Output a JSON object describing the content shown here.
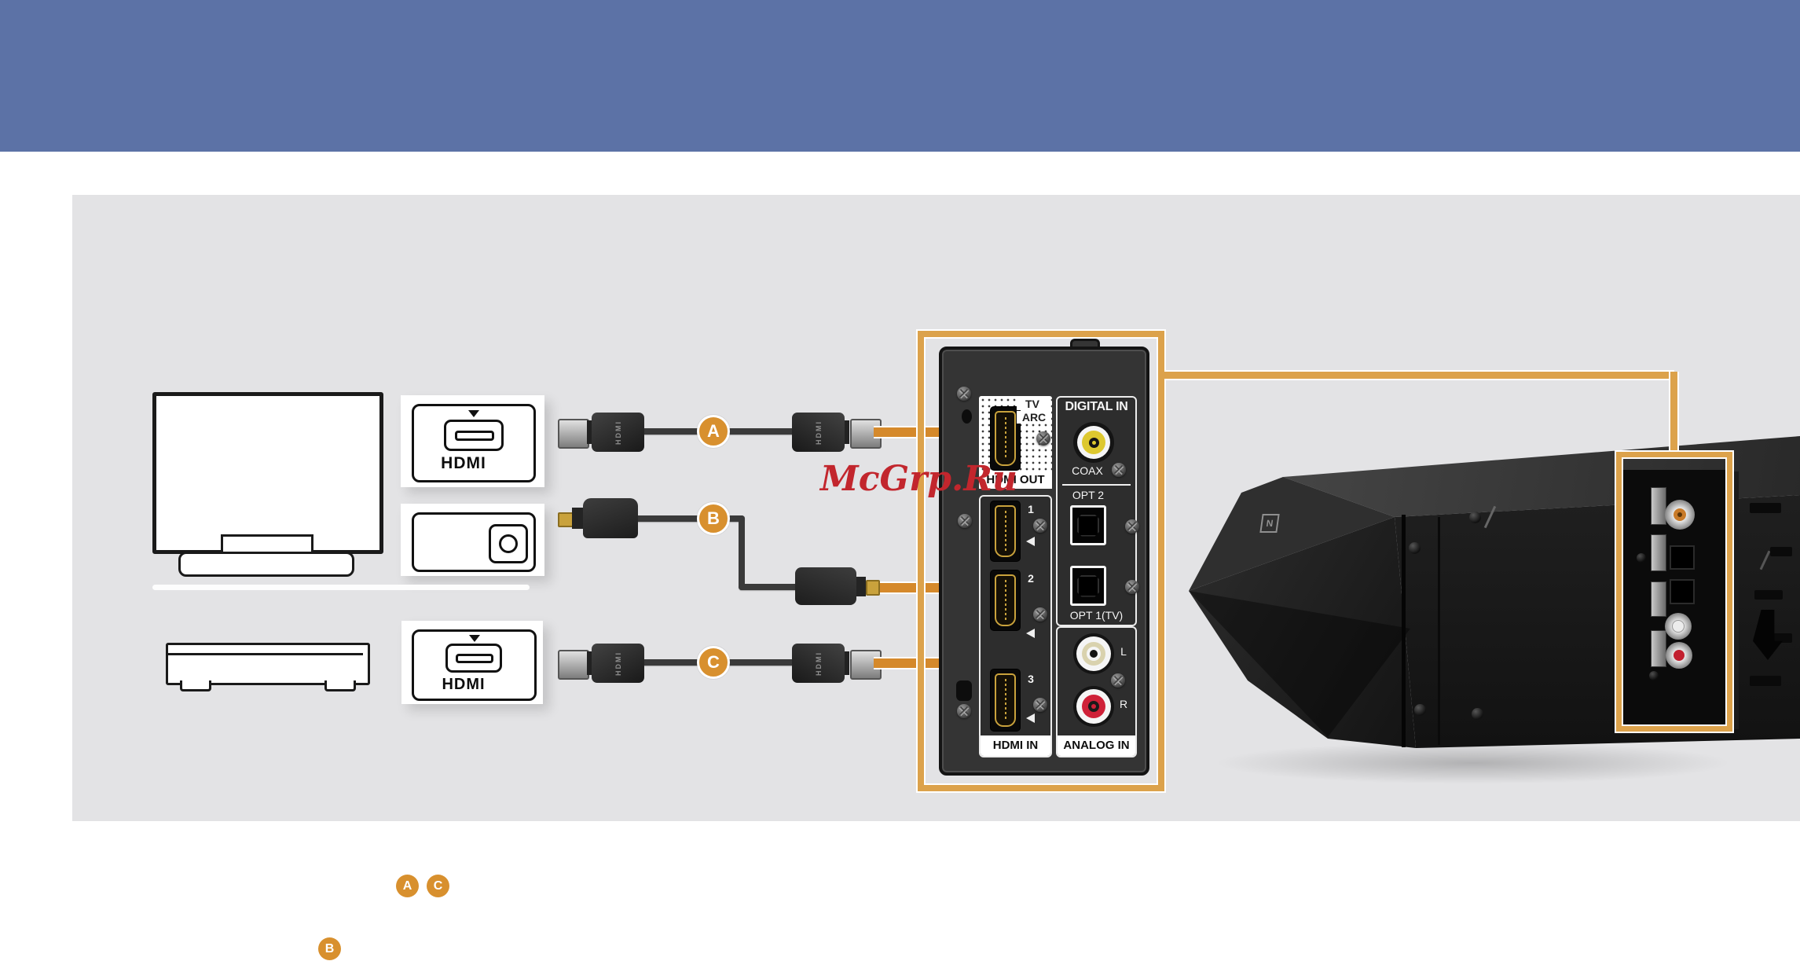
{
  "page": {
    "header_color": "#5c72a6",
    "diagram_bg": "#e3e3e5"
  },
  "watermark": {
    "text": "McGrp.Ru",
    "color": "#c2262d"
  },
  "port_cards": {
    "tv_hdmi": {
      "logo": "HDMI"
    },
    "player_hdmi": {
      "logo": "HDMI"
    }
  },
  "cables": {
    "a": {
      "label": "A",
      "connector_text": "HDMI"
    },
    "b": {
      "label": "B"
    },
    "c": {
      "label": "C",
      "connector_text": "HDMI"
    }
  },
  "rear_panel": {
    "hdmi_out": {
      "line1": "TV",
      "line2": "ARC",
      "label": "HDMI OUT"
    },
    "digital_in": {
      "title": "DIGITAL IN",
      "coax": "COAX",
      "opt2": "OPT 2",
      "opt1": "OPT 1(TV)"
    },
    "hdmi_in": {
      "label": "HDMI IN",
      "ports": [
        "1",
        "2",
        "3"
      ]
    },
    "analog_in": {
      "label": "ANALOG IN",
      "left": "L",
      "right": "R"
    }
  },
  "soundbar": {
    "nfc": "N"
  },
  "legend": {
    "a": "A",
    "c": "C",
    "b": "B"
  }
}
